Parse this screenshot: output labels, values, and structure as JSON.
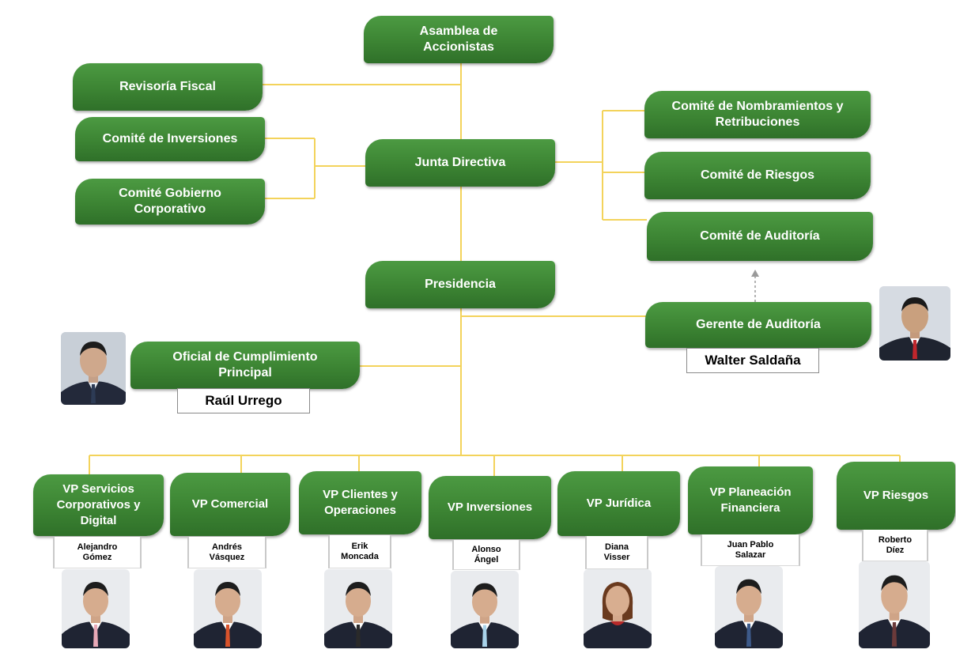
{
  "nodes": {
    "asamblea": "Asamblea de Accionistas",
    "revisoria": "Revisoría Fiscal",
    "inversiones_comite": "Comité de Inversiones",
    "gobierno": "Comité Gobierno Corporativo",
    "junta": "Junta Directiva",
    "nombramientos": "Comité de Nombramientos y Retribuciones",
    "riesgos_comite": "Comité de Riesgos",
    "auditoria_comite": "Comité de Auditoría",
    "presidencia": "Presidencia",
    "gerente_auditoria": "Gerente de Auditoría",
    "oficial": "Oficial de Cumplimiento Principal"
  },
  "people": {
    "gerente_auditoria": "Walter Saldaña",
    "oficial": "Raúl Urrego"
  },
  "vps": [
    {
      "title": "VP Servicios Corporativos y Digital",
      "person": "Alejandro Gómez",
      "tie": "#e8a9b7"
    },
    {
      "title": "VP Comercial",
      "person": "Andrés Vásquez",
      "tie": "#d9532b"
    },
    {
      "title": "VP Clientes y Operaciones",
      "person": "Erik Moncada",
      "tie": "#2a2a2a"
    },
    {
      "title": "VP Inversiones",
      "person": "Alonso Ángel",
      "tie": "#a9d3ea"
    },
    {
      "title": "VP Jurídica",
      "person": "Diana Visser",
      "tie": ""
    },
    {
      "title": "VP Planeación Financiera",
      "person": "Juan Pablo Salazar",
      "tie": "#3d5a8a"
    },
    {
      "title": "VP Riesgos",
      "person": "Roberto Díez",
      "tie": "#6b3a3a"
    }
  ],
  "colors": {
    "box_green": "#3f8a36",
    "connector": "#f3d35b"
  }
}
